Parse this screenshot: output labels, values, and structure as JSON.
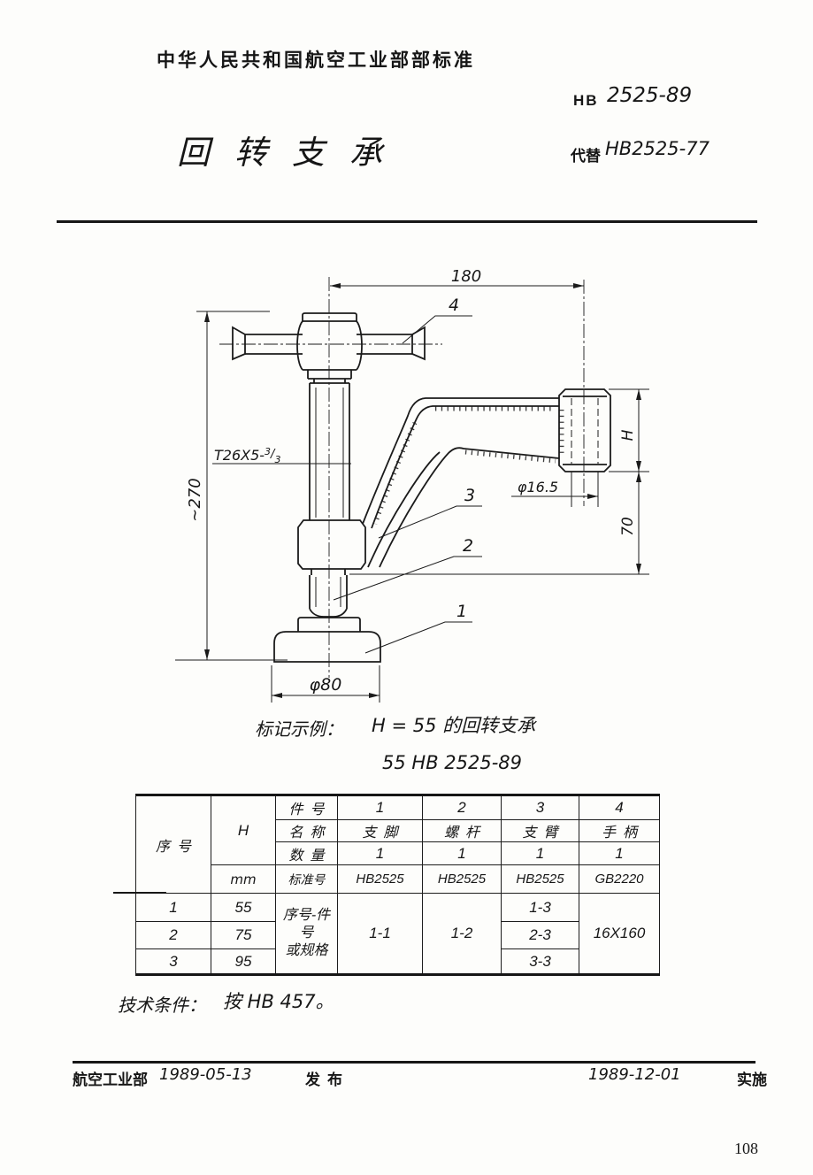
{
  "header": {
    "standard_caption": "中华人民共和国航空工业部部标准",
    "std_prefix": "HB",
    "std_number": "2525-89",
    "title": "回转支承",
    "replaces_prefix": "代替",
    "replaces_number": "HB2525-77"
  },
  "drawing": {
    "dim_width_top": "180",
    "dim_overall_height": "~270",
    "thread_prefix": "T26X5-",
    "thread_frac_num": "3",
    "thread_frac_den": "3",
    "dim_hole_dia": "φ16.5",
    "dim_boss_height": "H",
    "dim_boss_to_plane": "70",
    "dim_base_dia": "φ80",
    "callouts": [
      "1",
      "2",
      "3",
      "4"
    ]
  },
  "marking_example": {
    "label": "标记示例：",
    "line1": "H = 55 的回转支承",
    "line2": "55   HB 2525-89"
  },
  "parts_table": {
    "corner_label": "序号",
    "h_label": "H",
    "mm_label": "mm",
    "row_label_part_no": "件号",
    "row_label_name": "名称",
    "row_label_qty": "数量",
    "row_label_std": "标准号",
    "spec_label_line1": "序号-件号",
    "spec_label_line2": "或规格",
    "part_nos": [
      "1",
      "2",
      "3",
      "4"
    ],
    "part_names": [
      "支脚",
      "螺杆",
      "支臂",
      "手柄"
    ],
    "quantities": [
      "1",
      "1",
      "1",
      "1"
    ],
    "std_nos": [
      "HB2525",
      "HB2525",
      "HB2525",
      "GB2220"
    ],
    "rows": [
      {
        "seq": "1",
        "h": "55",
        "arm": "1-3"
      },
      {
        "seq": "2",
        "h": "75",
        "arm": "2-3"
      },
      {
        "seq": "3",
        "h": "95",
        "arm": "3-3"
      }
    ],
    "foot_span": "1-1",
    "screw_span": "1-2",
    "handle_span": "16X160"
  },
  "tech_conditions": {
    "label": "技术条件：",
    "value": "按 HB 457。"
  },
  "footer": {
    "issuer": "航空工业部",
    "issue_date": "1989-05-13",
    "publish_label": "发布",
    "impl_date": "1989-12-01",
    "impl_label": "实施"
  },
  "page_number": "108"
}
